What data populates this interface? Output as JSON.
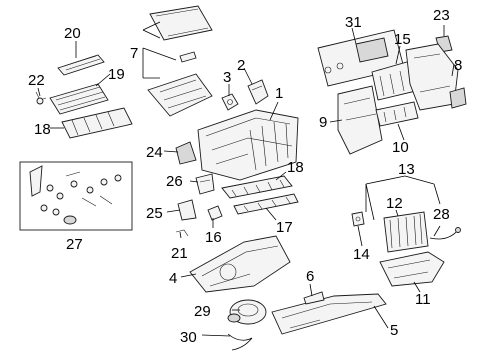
{
  "callouts": {
    "c1": "1",
    "c2": "2",
    "c3": "3",
    "c4": "4",
    "c5": "5",
    "c6": "6",
    "c7": "7",
    "c8": "8",
    "c9": "9",
    "c10": "10",
    "c11": "11",
    "c12": "12",
    "c13": "13",
    "c14": "14",
    "c15": "15",
    "c16": "16",
    "c17": "17",
    "c18a": "18",
    "c18b": "18",
    "c19": "19",
    "c20": "20",
    "c21": "21",
    "c22": "22",
    "c23": "23",
    "c24": "24",
    "c25": "25",
    "c26": "26",
    "c27": "27",
    "c28": "28",
    "c29": "29",
    "c30": "30",
    "c31": "31"
  }
}
